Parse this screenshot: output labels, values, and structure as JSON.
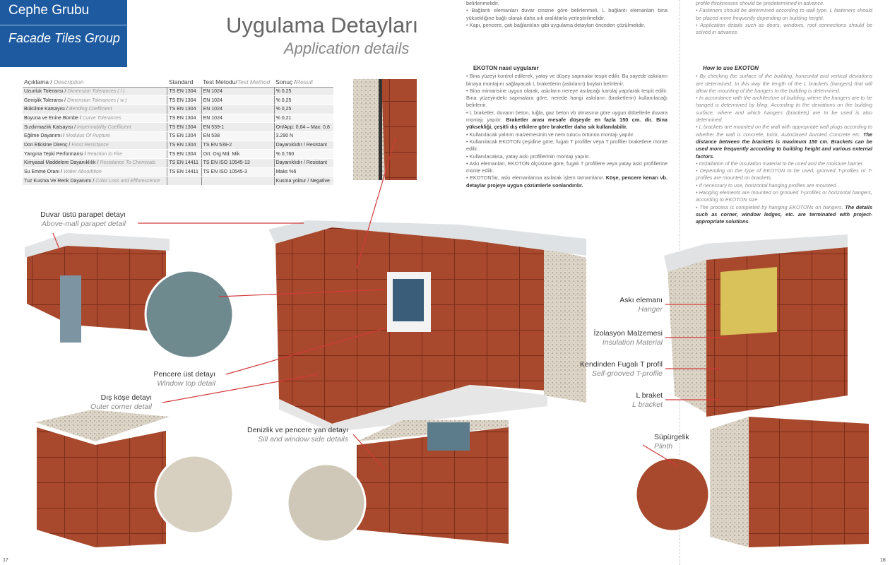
{
  "brand": {
    "tr": "Cephe Grubu",
    "en": "Facade Tiles Group"
  },
  "title": "Uygulama Detayları",
  "subtitle": "Application details",
  "table": {
    "headers": [
      {
        "tr": "Açıklama",
        "en": "Description"
      },
      {
        "tr": "Standard"
      },
      {
        "tr": "Test Metodu",
        "en": "Test Method"
      },
      {
        "tr": "Sonuç",
        "en": "Result"
      }
    ],
    "rows": [
      [
        "Uzunluk Toleransı",
        "Dimension Tolerances ( l )",
        "TS EN 1304",
        "EN 1024",
        "% 0,25"
      ],
      [
        "Genişlik Toleransı",
        "Dimension Tolerances ( w )",
        "TS EN 1304",
        "EN 1024",
        "% 0,25"
      ],
      [
        "Bükülme Katsayısı",
        "Bending Coefficient",
        "TS EN 1304",
        "EN 1024",
        "% 0,25"
      ],
      [
        "Boyuna ve Enine Bombe",
        "Curve Tolerances",
        "TS EN 1304",
        "EN 1024",
        "% 0,21"
      ],
      [
        "Sızdırmazlık Katsayısı",
        "Impermability Coefficient",
        "TS EN 1304",
        "EN 539-1",
        "Ort/App: 0,64 – Max: 0,8"
      ],
      [
        "Eğilme Dayanımı",
        "Modulus Of Rupture",
        "TS EN 1304",
        "EN 538",
        "3.290 N"
      ],
      [
        "Don Etkisine Direnç",
        "Frost Resistance",
        "TS EN 1304",
        "TS EN 539-2",
        "Dayanıklıdır / Resistant"
      ],
      [
        "Yangına Tepki Performansı",
        "Reaction to Fire",
        "TS EN 1304",
        "Ort. Org Md. Mik",
        "% 0,760"
      ],
      [
        "Kimyasal Maddelere Dayanıklılık",
        "Resistance To Chemicals",
        "TS EN 14411",
        "TS EN ISO 10545-13",
        "Dayanıklıdır / Resistant"
      ],
      [
        "Su Emme Oranı",
        "Water Absorbtion",
        "TS EN 14411",
        "TS EN ISO 10545-3",
        "Maks %6"
      ],
      [
        "Tuz Kusma Ve Renk Dayanımı",
        "Color Loss and Efflorescence",
        "",
        "",
        "Kusma yoktur / Negative"
      ]
    ]
  },
  "tr_top": [
    "belirlenmelidir.",
    "• Bağlantı elemanları duvar cinsine göre belirlenmeli, L bağlantı elemanları bina yüksekliğine bağlı olarak daha sık aralıklarla yerleştirilmelidir.",
    "• Kapı, pencere, çatı bağlantıları gibi uygulama detayları önceden çözülmelidir."
  ],
  "tr_how": {
    "heading": "EKOTON nasıl uygulanır",
    "p1": "• Bina yüzeyi kontrol edilerek, yatay ve düşey sapmalar tespit edilir. Bu sayede askıların binaya montajını sağlayacak L braketlerin (askıların) boyları belirlenir.",
    "p2": "• Bina mimarisine uygun olarak, askıların nereye asılacağı karolaj yapılarak tespit edilir. Bina yüzeyindeki sapmalara göre, nerede hangi askıların (braketlerin) kullanılacağı belirlenir.",
    "p3a": "• L braketler, duvarın beton, tuğla, gaz beton vb olmasına göre uygun dübellerle duvara montajı yapılır. ",
    "p3b": "Braketler arası mesafe düşeyde en fazla 150 cm. dir. Bina yüksekliği, çeşitli dış etkilere göre braketler daha sık kullanılabilir.",
    "p4": "• Kullanılacak yalıtım malzemesinin ve nem tutucu örtünün montajı yapılır.",
    "p5": "• Kullanılacak EKOTON çeşidine göre; fugalı T profiller veya T profiller braketlere monte edilir.",
    "p6": "• Kullanılacaksa, yatay askı profillerinin montajı yapılır.",
    "p7": "• Askı elemanları, EKOTON ölçüsüne göre, fugalı T profillere veya yatay askı profillerine monte edilir.",
    "p8a": "• EKOTON'lar, askı elemanlarına asılarak işlem tamamlanır. ",
    "p8b": "Köşe, pencere kenarı vb. detaylar projeye uygun çözümlerle sonlandırılır."
  },
  "en_top": [
    "profile thicknesses should be predetermined in advance.",
    "• Fasteners should be determined according to wall type. L fasteners should be placed more frequently depending on building height.",
    "• Application details such as doors, windows, roof connections should be solved in advance."
  ],
  "en_how": {
    "heading": "How to use EKOTON",
    "p1": "• By checking the surface of the building, horizontal and vertical deviations are determined. In this way the length of the L brackets (hangers) that will allow the mounting of the hangers to the building is determined.",
    "p2": "• In accordance with the architecture of building, where the hangers are to be hanged is determined by tiling. According to the deviations on the building surface, where and which hangers (brackets) are to be used is also determined.",
    "p3a": "• L brackets are mounted on the wall with appropriate wall plugs according to whether the wall is concrete, brick, Autoclaved Auroted Concrete etc. ",
    "p3b": "The distance between the brackets is maximum 150 cm. Brackets can be used more frequently according to building height and various external factors.",
    "p4": "• Installation of the insulation material to be used and the moisture barrier.",
    "p5": "• Depending on the type of EKOTON to be used, grooved T-profiles or T-profiles are mounted on brackets.",
    "p6": "• If necessary to use, horizontal hanging profiles are mounted.",
    "p7": "• Hanging elements are mounted on grooved T-profiles or horizontal hangers, according to EKOTON size.",
    "p8a": "• The process is completed by hanging EKOTONs on hangers. ",
    "p8b": "The details such as corner, window ledges, etc. are terminated with project-appropriate solutions."
  },
  "labels": {
    "parapet": {
      "tr": "Duvar üstü parapet detayı",
      "en": "Above-mall parapet detail"
    },
    "window_top": {
      "tr": "Pencere üst detayı",
      "en": "Window top detail"
    },
    "outer_corner": {
      "tr": "Dış köşe detayı",
      "en": "Outer corner detail"
    },
    "sill": {
      "tr": "Denizlik ve pencere yan detayı",
      "en": "Sill and window side details"
    },
    "hanger": {
      "tr": "Askı elemanı",
      "en": "Hanger"
    },
    "insulation": {
      "tr": "İzolasyon Malzemesi",
      "en": "Insulation Material"
    },
    "tprofile": {
      "tr": "Kendinden Fugalı T profil",
      "en": "Self-grooved T-profile"
    },
    "lbracket": {
      "tr": "L braket",
      "en": "L bracket"
    },
    "plinth": {
      "tr": "Süpürgelik",
      "en": "Plinth"
    }
  },
  "pages": {
    "left": "17",
    "right": "18"
  },
  "colors": {
    "brand": "#1e5aa0",
    "brick": "#a8482c",
    "leader": "#d23a3a"
  }
}
